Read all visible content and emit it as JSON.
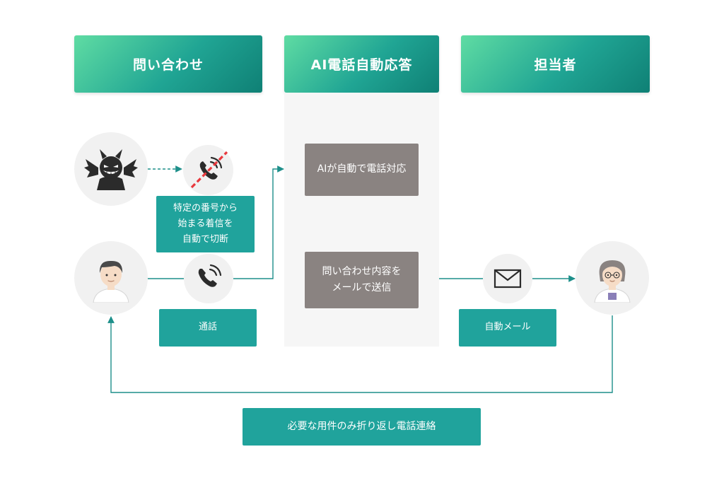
{
  "headers": {
    "inquiry": "問い合わせ",
    "ai": "AI電話自動応答",
    "staff": "担当者"
  },
  "boxes": {
    "ai_handle": "AIが自動で電話対応",
    "send_mail": "問い合わせ内容を\nメールで送信",
    "block_note": "特定の番号から\n始まる着信を\n自動で切断",
    "call": "通話",
    "auto_mail": "自動メール",
    "callback": "必要な用件のみ折り返し電話連絡"
  },
  "icons": {
    "spam_caller": "devil-icon",
    "blocked_phone": "phone-blocked-icon",
    "customer": "man-avatar-icon",
    "phone": "phone-icon",
    "mail": "envelope-icon",
    "staff": "woman-avatar-icon"
  },
  "colors": {
    "header_start": "#5fdca3",
    "header_end": "#0f8075",
    "teal": "#20a39c",
    "gray_box": "#8a8381",
    "panel": "#f6f6f6",
    "arrow": "#1d8f8a",
    "block_mark": "#e8383d"
  }
}
